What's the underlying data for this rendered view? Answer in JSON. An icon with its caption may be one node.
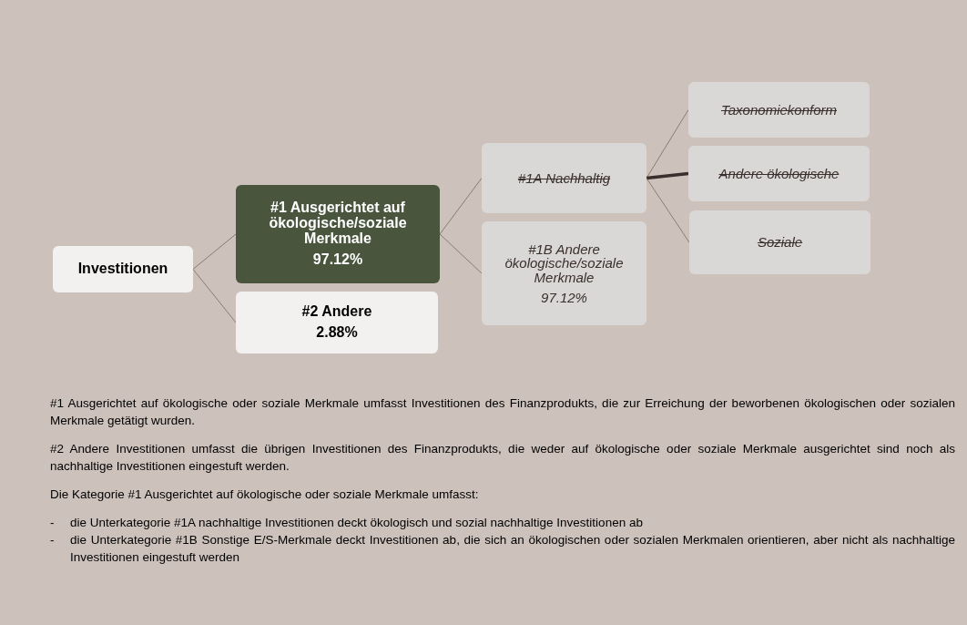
{
  "diagram": {
    "nodes": [
      {
        "text": [
          "Investitionen"
        ]
      },
      {
        "text": [
          "#1 Ausgerichtet auf ökologische/soziale Merkmale",
          "97.12%"
        ]
      },
      {
        "text": [
          "#2 Andere",
          "2.88%"
        ]
      },
      {
        "text": [
          "#1A Nachhaltig"
        ]
      },
      {
        "text": [
          "#1B Andere ökologische/soziale Merkmale",
          "97.12%"
        ]
      },
      {
        "text": [
          "Taxonomiekonform"
        ]
      },
      {
        "text": [
          "Andere ökologische"
        ]
      },
      {
        "text": [
          "Soziale"
        ]
      }
    ],
    "edges": [
      {
        "from": 0,
        "to": 1,
        "arrow": "none"
      },
      {
        "from": 0,
        "to": 2,
        "arrow": "none"
      },
      {
        "from": 1,
        "to": 3,
        "arrow": "none"
      },
      {
        "from": 1,
        "to": 4,
        "arrow": "none"
      },
      {
        "from": 3,
        "to": 5,
        "arrow": "none"
      },
      {
        "from": 3,
        "to": 6,
        "arrow": "none",
        "style": "thick",
        "color": "#3a2f2d"
      },
      {
        "from": 3,
        "to": 7,
        "arrow": "none"
      }
    ],
    "labels": [
      "#1 Ausgerichtet auf ökologische oder soziale Merkmale umfasst Investitionen des Finanzprodukts, die zur Erreichung der beworbenen ökologischen oder sozialen Merkmale getätigt wurden.",
      "#2 Andere Investitionen umfasst die übrigen Investitionen des Finanzprodukts, die weder auf ökologische oder soziale Merkmale ausgerichtet sind noch als nachhaltige Investitionen eingestuft werden.",
      "Die Kategorie #1 Ausgerichtet auf ökologische oder soziale Merkmale umfasst:",
      "-",
      "die Unterkategorie #1A nachhaltige Investitionen deckt ökologisch und sozial nachhaltige Investitionen ab",
      "-",
      "die Unterkategorie #1B Sonstige E/S-Merkmale deckt Investitionen ab, die sich an ökologischen oder sozialen Merkmalen orientieren, aber nicht als nachhaltige Investitionen eingestuft werden"
    ]
  }
}
